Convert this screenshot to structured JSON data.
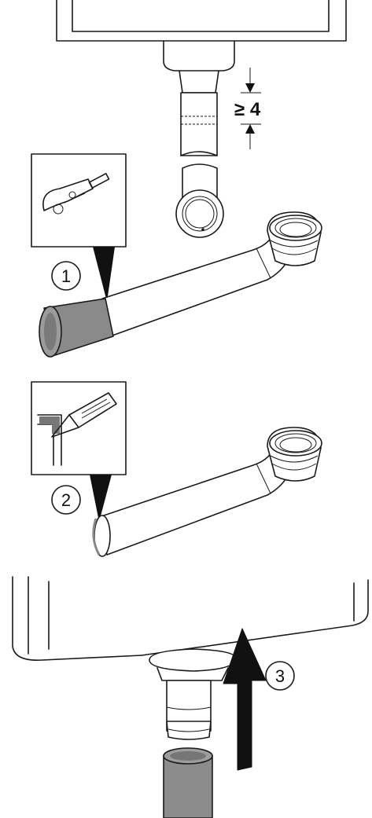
{
  "dimension": {
    "label": "≥ 4"
  },
  "steps": [
    {
      "number": "1",
      "tool_icon": "pipe-cutter-icon"
    },
    {
      "number": "2",
      "tool_icon": "deburring-knife-icon"
    },
    {
      "number": "3",
      "action_icon": "arrow-up-icon"
    }
  ],
  "colors": {
    "line": "#1a1a1a",
    "cut_section": "#8a8a8a",
    "background": "#ffffff"
  }
}
